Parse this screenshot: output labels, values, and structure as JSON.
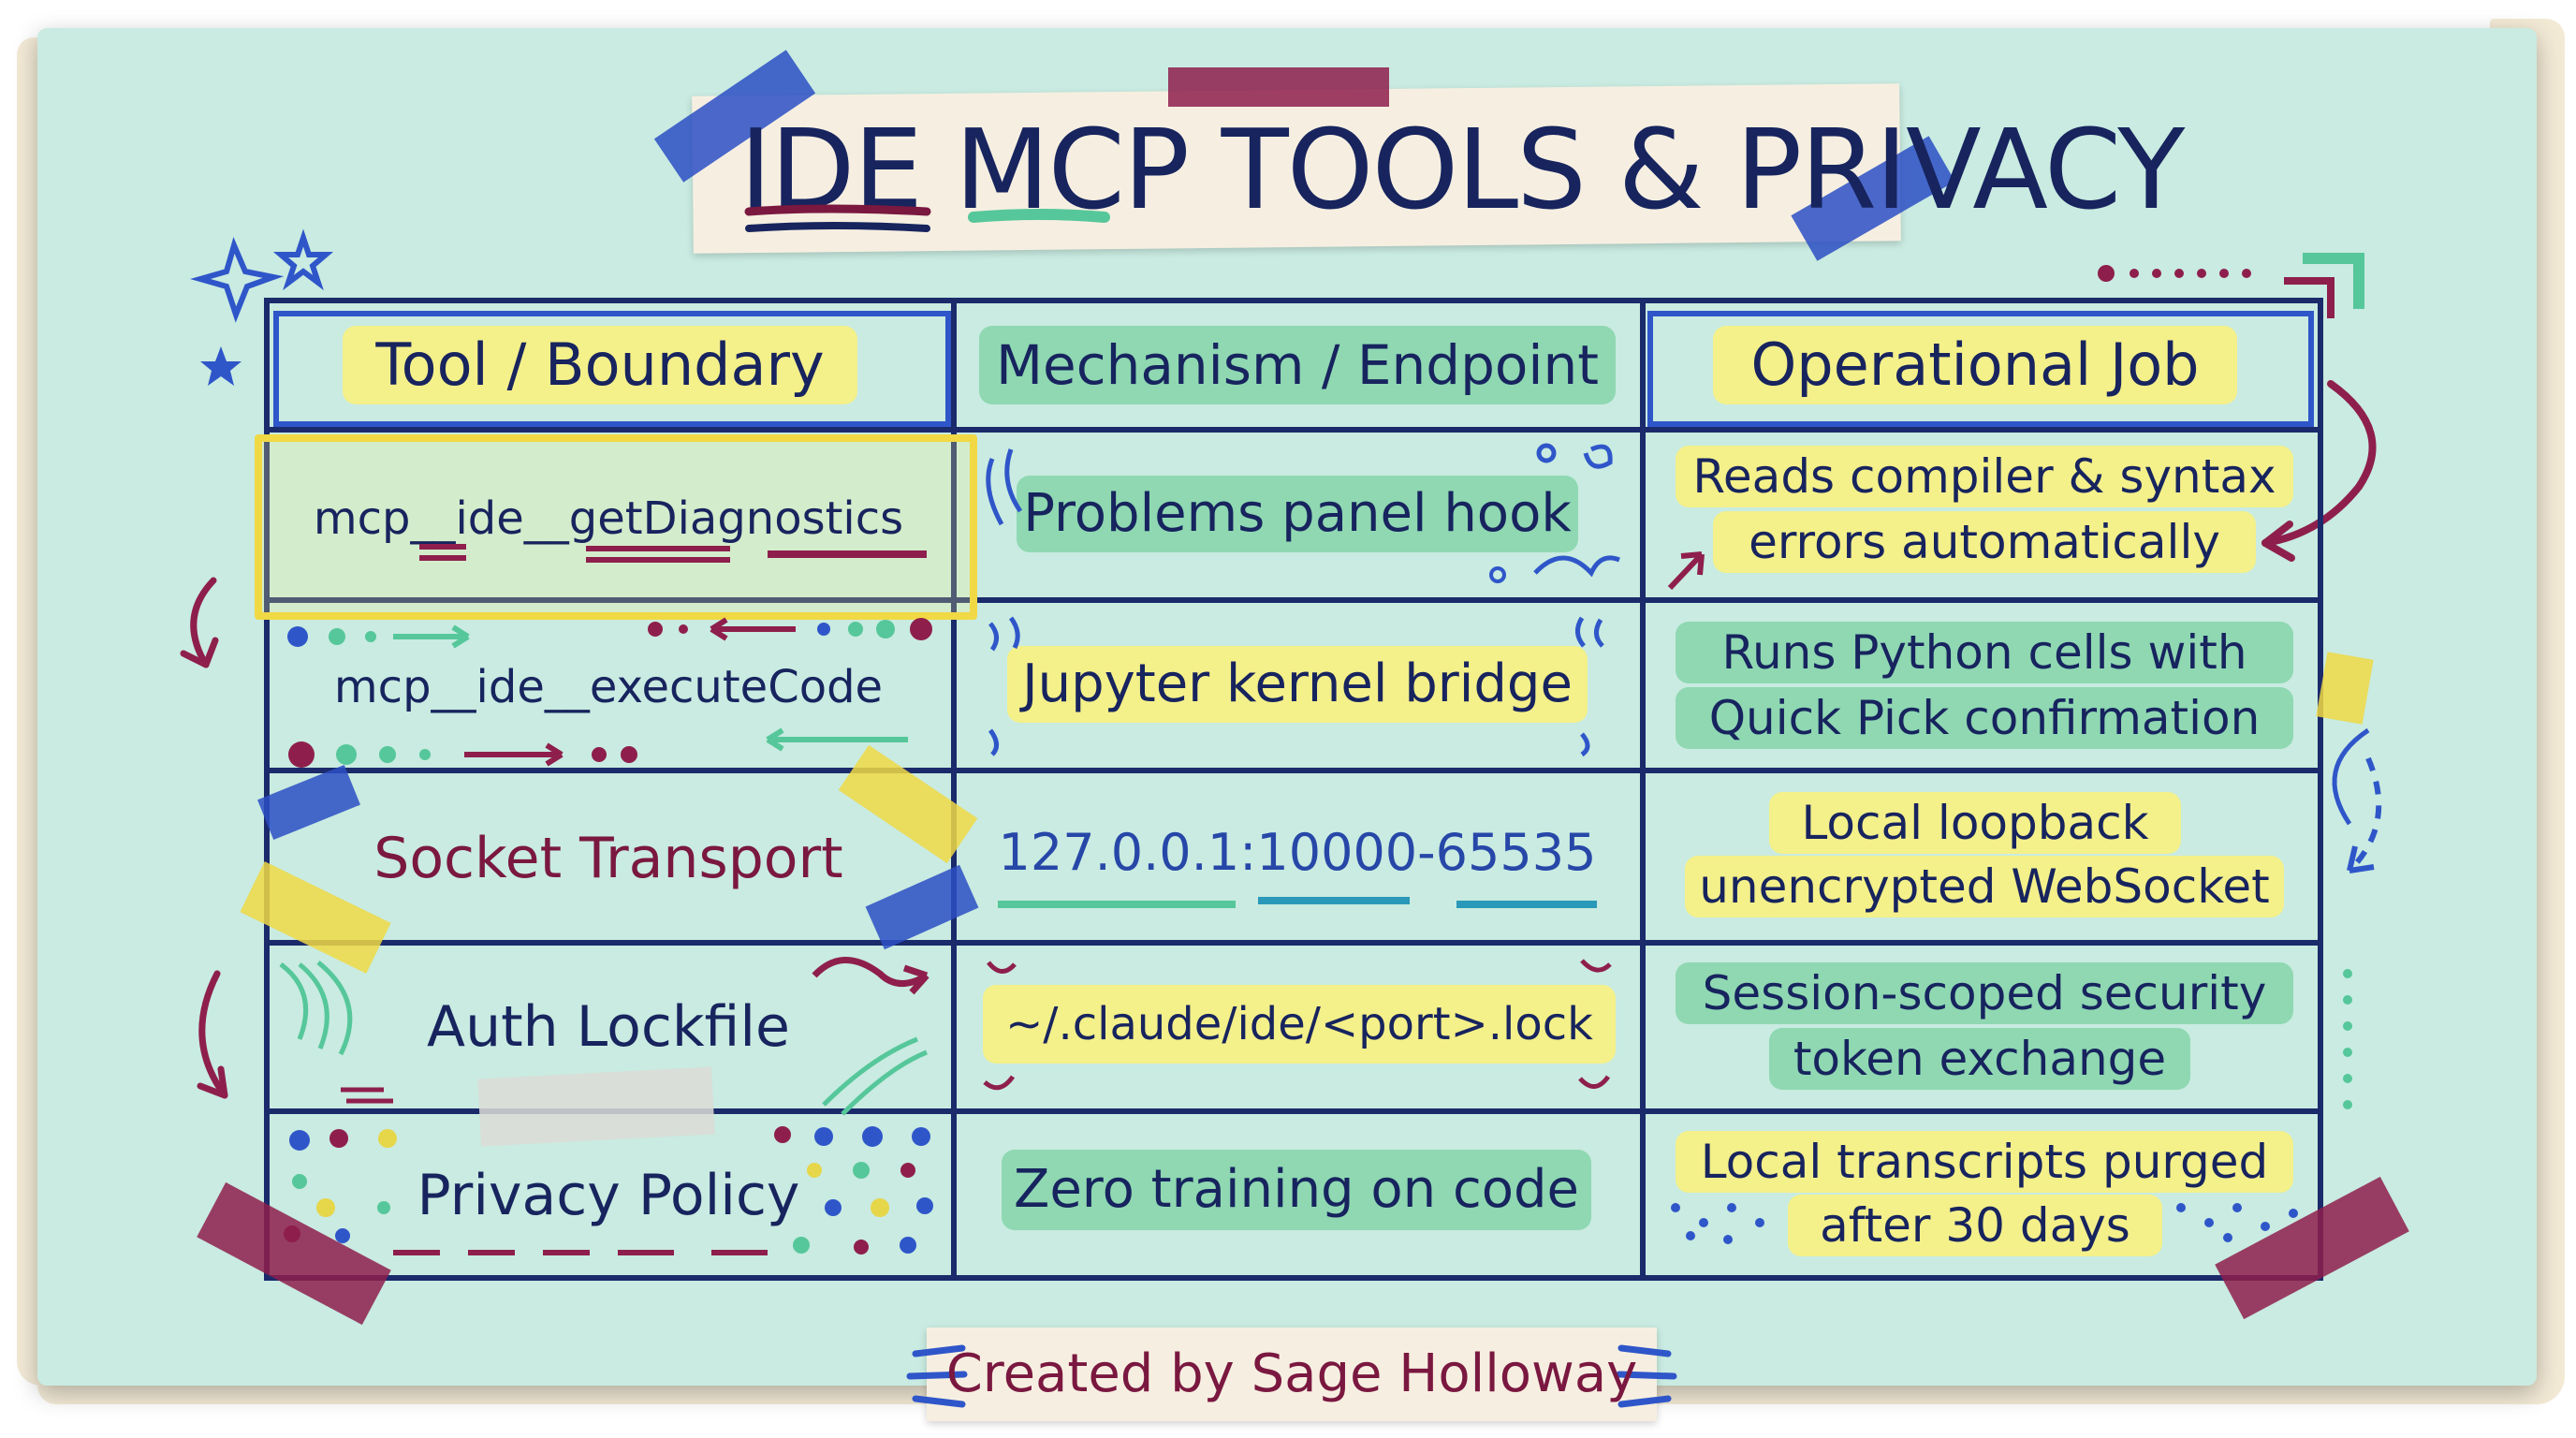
{
  "title": "IDE MCP TOOLS & PRIVACY",
  "credit": "Created by Sage Holloway",
  "colors": {
    "background": "#c9ebe1",
    "ink": "#17245e",
    "accent_blue": "#2f56c9",
    "accent_maroon": "#7a1840",
    "highlight_yellow": "#f4f08a",
    "highlight_green": "#8fd8b2"
  },
  "table": {
    "headers": [
      "Tool / Boundary",
      "Mechanism / Endpoint",
      "Operational Job"
    ],
    "rows": [
      {
        "tool": "mcp__ide__getDiagnostics",
        "mechanism": "Problems panel hook",
        "job_line1": "Reads compiler & syntax",
        "job_line2": "errors automatically"
      },
      {
        "tool": "mcp__ide__executeCode",
        "mechanism": "Jupyter kernel bridge",
        "job_line1": "Runs Python cells with",
        "job_line2": "Quick Pick confirmation"
      },
      {
        "tool": "Socket Transport",
        "mechanism": "127.0.0.1:10000-65535",
        "job_line1": "Local loopback",
        "job_line2": "unencrypted WebSocket"
      },
      {
        "tool": "Auth Lockfile",
        "mechanism": "~/.claude/ide/<port>.lock",
        "job_line1": "Session-scoped security",
        "job_line2": "token exchange"
      },
      {
        "tool": "Privacy Policy",
        "mechanism": "Zero training on code",
        "job_line1": "Local transcripts purged",
        "job_line2": "after 30 days"
      }
    ]
  }
}
